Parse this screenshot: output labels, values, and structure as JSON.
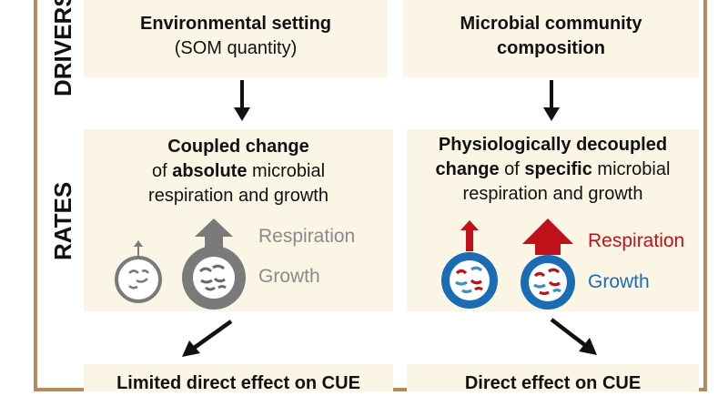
{
  "labels": {
    "drivers": "DRIVERS",
    "rates": "RATES"
  },
  "drivers": {
    "left": {
      "line1": "Environmental setting",
      "line2": "(SOM quantity)"
    },
    "right": {
      "line1": "Microbial community",
      "line2": "composition"
    }
  },
  "rates": {
    "left": {
      "line1": "Coupled change",
      "line2_pre": "of ",
      "line2_bold": "absolute",
      "line2_post": " microbial",
      "line3": "respiration and growth",
      "respiration": "Respiration",
      "growth": "Growth"
    },
    "right": {
      "line1": "Physiologically decoupled",
      "line2_bold1": "change",
      "line2_mid": " of ",
      "line2_bold2": "specific",
      "line2_post": " microbial",
      "line3": "respiration and growth",
      "respiration": "Respiration",
      "growth": "Growth"
    }
  },
  "outcomes": {
    "left": "Limited direct effect on CUE",
    "right": "Direct effect on CUE"
  },
  "colors": {
    "border": "#b8895a",
    "box": "#fbf5e6",
    "grey": "#7a7a7a",
    "red": "#c0111a",
    "blue": "#1a6db5"
  }
}
